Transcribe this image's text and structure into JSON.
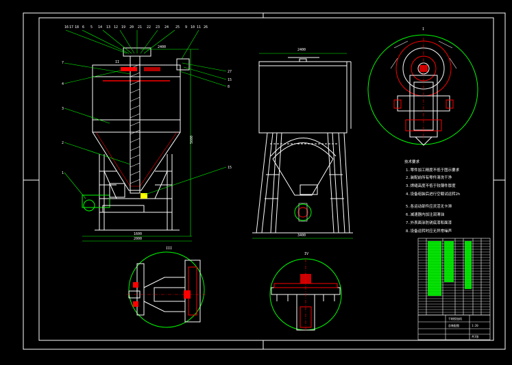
{
  "balloon_numbers_top": [
    "16",
    "17",
    "18",
    "6",
    "5",
    "14",
    "13",
    "12",
    "19",
    "20",
    "21",
    "22",
    "23",
    "24",
    "25",
    "9",
    "10",
    "11",
    "26"
  ],
  "balloon_numbers_left": [
    "7",
    "4",
    "3",
    "2",
    "1"
  ],
  "balloon_numbers_right": [
    "27",
    "15",
    "8",
    "15"
  ],
  "section_marks": [
    "I",
    "II",
    "III",
    "IV"
  ],
  "dimension_values": [
    "2400",
    "1600",
    "2000",
    "3400",
    "5600"
  ],
  "tech_notes": [
    "技术要求",
    "1.零件加工精度不低于图示要求",
    "2.装配前所有零件清洗干净",
    "3.焊缝高度不低于较薄件厚度",
    "4.设备组装后进行空载试运转2h",
    "5.各运动部件应灵活无卡滞",
    "6.减速器内加注润滑油",
    "7.外表面涂防锈底漆和面漆",
    "8.设备运转时应无异常噪声"
  ],
  "title_block": {
    "name": "干粉投加机",
    "drawing_no": "总装配图",
    "scale": "1:20",
    "sheet": "共1张"
  },
  "colors": {
    "background": "#000000",
    "frame": "#ffffff",
    "outline": "#00ff00",
    "leader": "#00ff00",
    "detail": "#ff0000",
    "part": "#ffffff",
    "accent": "#00ffff",
    "fill_yellow": "#ffff00",
    "fill_magenta": "#ff00ff"
  }
}
